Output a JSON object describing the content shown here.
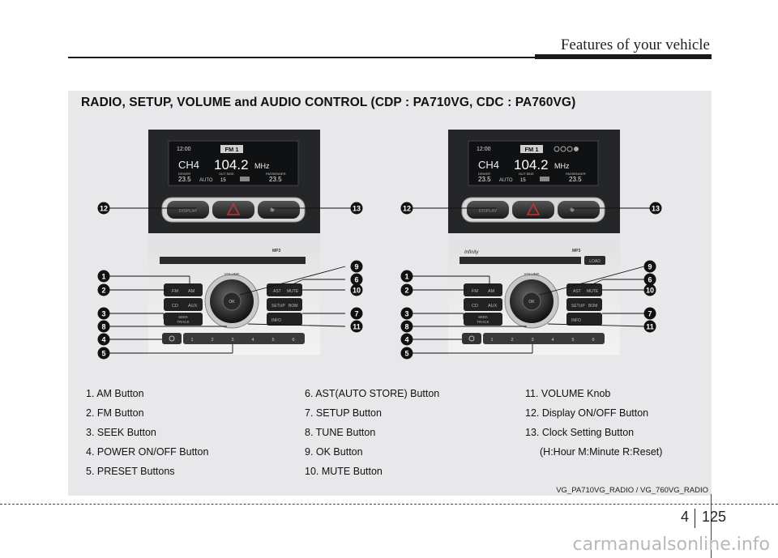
{
  "header": {
    "title": "Features of your vehicle"
  },
  "panel": {
    "title": "RADIO, SETUP, VOLUME and AUDIO CONTROL (CDP : PA710VG, CDC : PA760VG)"
  },
  "left_unit": {
    "display": {
      "clock": "12:00",
      "band": "FM 1",
      "channel": "CH4",
      "freq": "104.2",
      "unit": "MHz",
      "driver_label": "DRIVER",
      "driver_temp": "23.5",
      "auto": "AUTO",
      "outside_label": "OUT SIDE",
      "outside_temp": "15",
      "passenger_label": "PASSENGER",
      "passenger_temp": "23.5"
    },
    "buttons": {
      "display": "DISPLAY",
      "fm": "FM",
      "am": "AM",
      "cd": "CD",
      "aux": "AUX",
      "seek": "SEEK",
      "track": "TRACK",
      "ast": "AST",
      "mute": "MUTE",
      "setup": "SETUP",
      "bom": "BOM",
      "info": "INFO",
      "volume": "VOLUME",
      "ok": "OK",
      "mp3": "MP3"
    },
    "presets": [
      "1",
      "2",
      "3",
      "4",
      "5",
      "6"
    ]
  },
  "right_unit": {
    "display": {
      "clock": "12:00",
      "band": "FM 1",
      "channel": "CH4",
      "freq": "104.2",
      "unit": "MHz",
      "driver_label": "DRIVER",
      "driver_temp": "23.5",
      "auto": "AUTO",
      "outside_label": "OUT SIDE",
      "outside_temp": "15",
      "passenger_label": "PASSENGER",
      "passenger_temp": "23.5"
    },
    "buttons": {
      "display": "DISPLAY",
      "fm": "FM",
      "am": "AM",
      "cd": "CD",
      "aux": "AUX",
      "seek": "SEEK",
      "track": "TRACK",
      "ast": "AST",
      "mute": "MUTE",
      "setup": "SETUP",
      "bom": "BOM",
      "info": "INFO",
      "volume": "VOLUME",
      "ok": "OK",
      "brand": "Infinity",
      "mp3": "MP3",
      "load": "LOAD"
    },
    "presets": [
      "1",
      "2",
      "3",
      "4",
      "5",
      "6"
    ]
  },
  "callouts": [
    "1",
    "2",
    "3",
    "4",
    "5",
    "6",
    "7",
    "8",
    "9",
    "10",
    "11",
    "12",
    "13"
  ],
  "legend": {
    "col1": [
      "1. AM Button",
      "2. FM Button",
      "3. SEEK Button",
      "4. POWER ON/OFF Button",
      "5. PRESET Buttons"
    ],
    "col2": [
      "6. AST(AUTO STORE) Button",
      "7. SETUP Button",
      "8. TUNE Button",
      "9. OK Button",
      "10. MUTE Button"
    ],
    "col3": [
      "11. VOLUME Knob",
      "12. Display ON/OFF Button",
      "13. Clock Setting Button",
      "(H:Hour M:Minute R:Reset)"
    ]
  },
  "caption": "VG_PA710VG_RADIO / VG_760VG_RADIO",
  "page": {
    "chapter": "4",
    "number": "125"
  },
  "watermark": "carmanualsonline.info"
}
